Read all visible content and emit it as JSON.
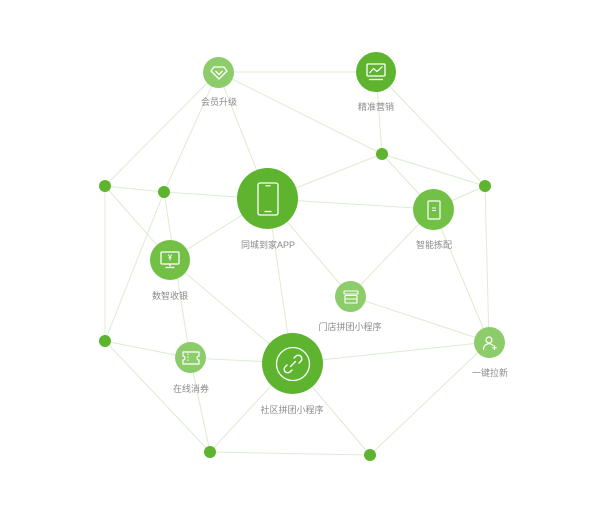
{
  "nodes": {
    "member_upgrade": {
      "label": "会员升级"
    },
    "precision_marketing": {
      "label": "精准营销"
    },
    "city_home_app": {
      "label": "同城到家APP"
    },
    "smart_picking": {
      "label": "智能拣配"
    },
    "smart_cashier": {
      "label": "数智收银"
    },
    "store_group_buy": {
      "label": "门店拼团小程序"
    },
    "online_coupon": {
      "label": "在线消券"
    },
    "community_group_buy": {
      "label": "社区拼团小程序"
    },
    "one_click_acquisition": {
      "label": "一键拉新"
    }
  },
  "colors": {
    "dark": "#5eb42e",
    "mid": "#72c045",
    "light": "#8dcc6a",
    "edge": "#dcebd4"
  },
  "icons": {
    "member_upgrade": "diamond-icon",
    "precision_marketing": "chart-monitor-icon",
    "city_home_app": "phone-icon",
    "smart_picking": "document-icon",
    "smart_cashier": "cashier-monitor-icon",
    "store_group_buy": "store-icon",
    "online_coupon": "ticket-icon",
    "community_group_buy": "link-icon",
    "one_click_acquisition": "add-user-icon"
  }
}
